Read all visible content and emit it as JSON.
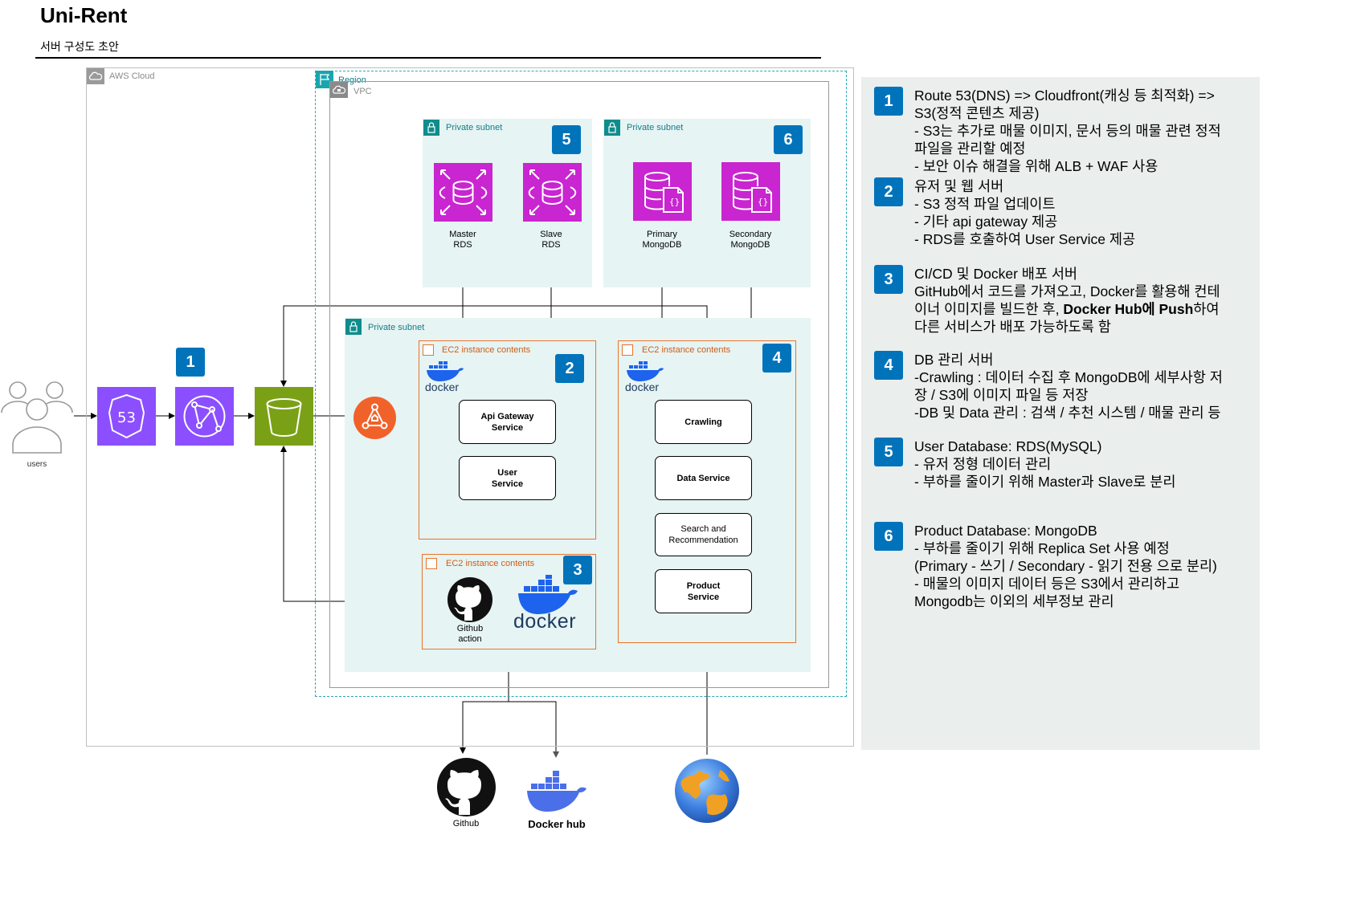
{
  "header": {
    "title": "Uni-Rent",
    "subtitle": "서버 구성도 초안"
  },
  "groups": {
    "aws_cloud": "AWS Cloud",
    "region": "Region",
    "vpc": "VPC",
    "private_subnet": "Private subnet",
    "ec2_contents": "EC2 instance contents"
  },
  "nodes": {
    "users": "users",
    "rds_master": [
      "Master",
      "RDS"
    ],
    "rds_slave": [
      "Slave",
      "RDS"
    ],
    "mongo_primary": [
      "Primary",
      "MongoDB"
    ],
    "mongo_secondary": [
      "Secondary",
      "MongoDB"
    ],
    "docker_word": "docker",
    "github_action": [
      "Github",
      "action"
    ],
    "github": "Github",
    "docker_hub": "Docker hub"
  },
  "services": {
    "api_gateway": [
      "Api Gateway",
      "Service"
    ],
    "user": [
      "User",
      "Service"
    ],
    "crawling": "Crawling",
    "data": "Data Service",
    "search": [
      "Search and",
      "Recommendation"
    ],
    "product": [
      "Product",
      "Service"
    ]
  },
  "badges": [
    "1",
    "2",
    "3",
    "4",
    "5",
    "6"
  ],
  "notes": [
    {
      "num": "1",
      "lines": [
        "Route 53(DNS) => Cloudfront(캐싱 등 최적화) =>",
        "S3(정적 콘텐츠 제공)",
        "- S3는 추가로 매물 이미지, 문서 등의 매물 관련 정적",
        "파일을 관리할 예정",
        "- 보안 이슈 해결을 위해 ALB + WAF 사용"
      ]
    },
    {
      "num": "2",
      "lines": [
        "유저 및 웹 서버",
        "- S3 정적 파일 업데이트",
        "- 기타 api gateway 제공",
        "- RDS를 호출하여 User Service 제공"
      ]
    },
    {
      "num": "3",
      "lines": [
        "CI/CD 및 Docker 배포 서버",
        "GitHub에서 코드를 가져오고, Docker를 활용해 컨테",
        "이너 이미지를 빌드한 후, ",
        "다른 서비스가 배포 가능하도록 함"
      ],
      "bold_part": "Docker Hub에 Push",
      "after_bold": "하여"
    },
    {
      "num": "4",
      "lines": [
        "DB 관리 서버",
        "-Crawling : 데이터 수집 후 MongoDB에 세부사항 저",
        "장 / S3에 이미지 파일 등 저장",
        "-DB 및 Data 관리 : 검색 / 추천 시스템 / 매물 관리 등"
      ]
    },
    {
      "num": "5",
      "lines": [
        "User Database: RDS(MySQL)",
        "- 유저 정형 데이터 관리",
        "- 부하를 줄이기 위해 Master과 Slave로 분리"
      ]
    },
    {
      "num": "6",
      "lines": [
        "Product Database: MongoDB",
        "- 부하를 줄이기 위해 Replica Set 사용 예정",
        "(Primary - 쓰기 / Secondary - 읽기 전용 으로 분리)",
        "- 매물의 이미지 데이터 등은 S3에서 관리하고",
        "Mongodb는 이외의 세부정보 관리"
      ]
    }
  ],
  "colors": {
    "route53": "#8c4fff",
    "s3": "#7aa116",
    "rds": "#c925d1",
    "ec2_border": "#e8742c",
    "subnet_fill": "#e6f4f3",
    "badge": "#0073bb",
    "docker": "#1d63ed",
    "panel": "#eaeeec"
  }
}
